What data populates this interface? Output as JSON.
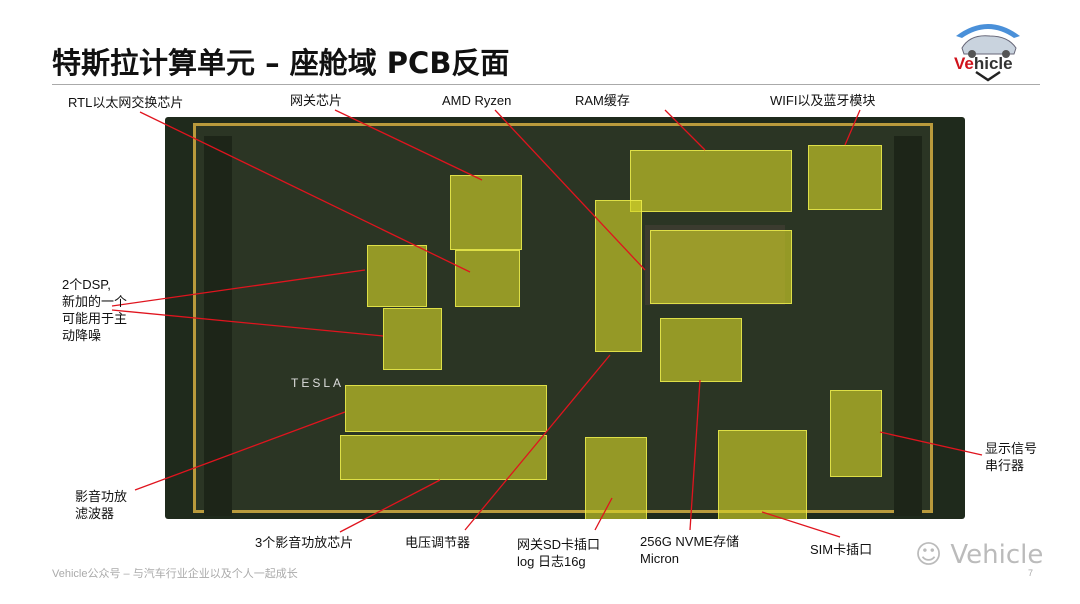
{
  "title": "特斯拉计算单元 – 座舱域 PCB反面",
  "logo": {
    "text": "Vehicle",
    "colors": {
      "ve": "#d0121b",
      "hicle": "#333333",
      "arc": "#4a90d9"
    }
  },
  "labels": {
    "rtl": "RTL以太网交换芯片",
    "gateway_chip": "网关芯片",
    "amd": "AMD Ryzen",
    "ram": "RAM缓存",
    "wifi": "WIFI以及蓝牙模块",
    "dsp": [
      "2个DSP,",
      "新加的一个",
      "可能用于主",
      "动降噪"
    ],
    "audio_filter": [
      "影音功放",
      "滤波器"
    ],
    "audio_chips": "3个影音功放芯片",
    "voltage": "电压调节器",
    "sd": [
      "网关SD卡插口",
      "log 日志16g"
    ],
    "nvme": [
      "256G NVME存储",
      "Micron"
    ],
    "sim": "SIM卡插口",
    "display": [
      "显示信号",
      "串行器"
    ]
  },
  "board_text": "TESLA",
  "footer": "Vehicle公众号 – 与汽车行业企业以及个人一起成长",
  "watermark": "Vehicle",
  "page_number": "7",
  "colors": {
    "highlight": "#d7d728",
    "arrow": "#e0141e",
    "board": "#2b3524",
    "gold": "#b99a3c"
  }
}
